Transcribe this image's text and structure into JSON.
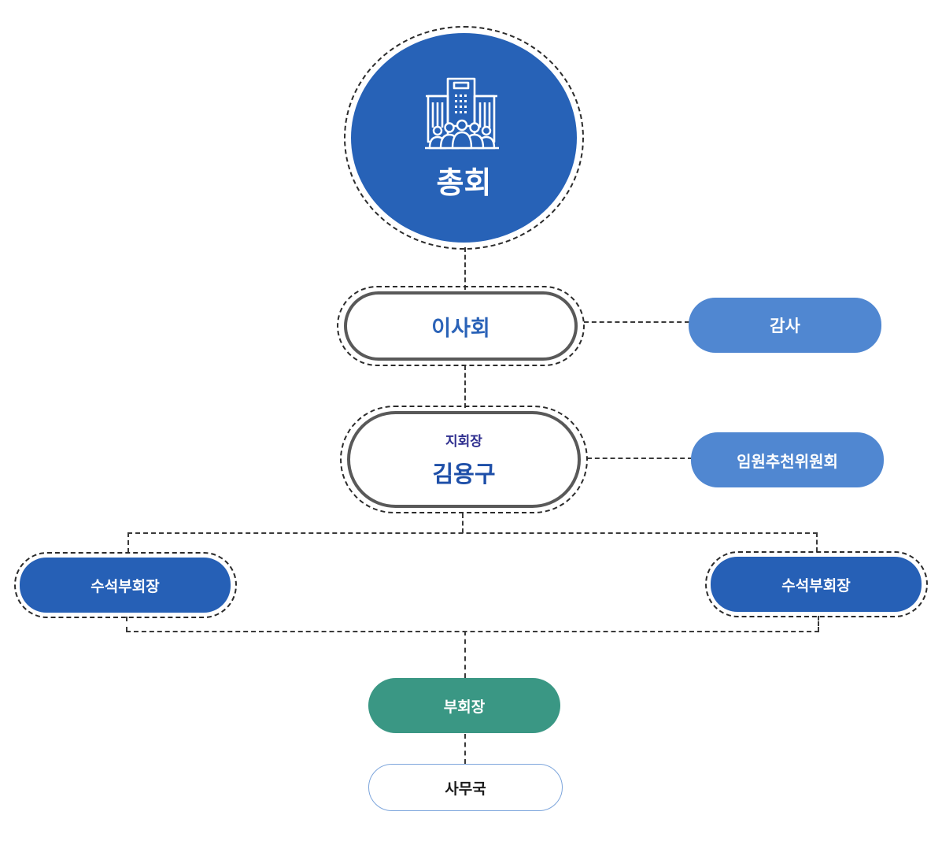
{
  "general_assembly": {
    "title": "총회",
    "icon": "building-with-people-icon"
  },
  "board": {
    "label": "이사회"
  },
  "audit": {
    "label": "감사"
  },
  "branch_president": {
    "subtitle": "지회장",
    "name": "김용구"
  },
  "officer_committee": {
    "label": "임원추천위원회"
  },
  "senior_vice_presidents": [
    {
      "label": "수석부회장"
    },
    {
      "label": "수석부회장"
    }
  ],
  "vice_president": {
    "label": "부회장"
  },
  "secretariat": {
    "label": "사무국"
  },
  "colors": {
    "primary_blue": "#2762b7",
    "light_blue": "#5087d1",
    "green": "#3a9784",
    "border_gray": "#595959",
    "outline_blue": "#7ea6dc"
  }
}
